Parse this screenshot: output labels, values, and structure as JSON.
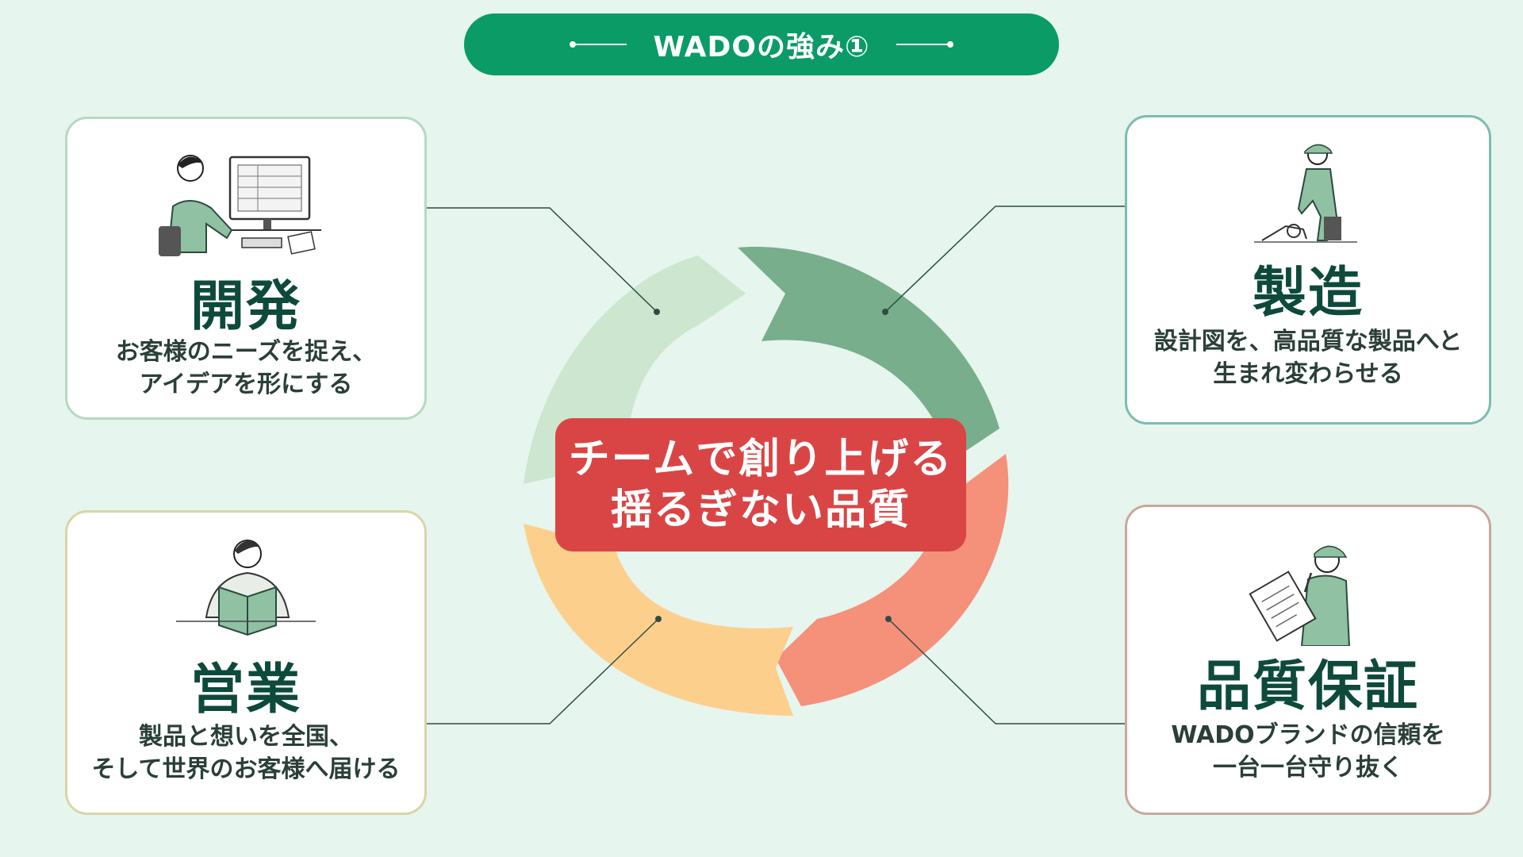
{
  "header": {
    "title": "WADOの強み①"
  },
  "center": {
    "line1": "チームで創り上げる",
    "line2": "揺るぎない品質"
  },
  "cards": {
    "development": {
      "title": "開発",
      "desc1": "お客様のニーズを捉え、",
      "desc2": "アイデアを形にする"
    },
    "manufacturing": {
      "title": "製造",
      "desc1": "設計図を、高品質な製品へと",
      "desc2": "生まれ変わらせる"
    },
    "sales": {
      "title": "営業",
      "desc1": "製品と想いを全国、",
      "desc2": "そして世界のお客様へ届ける"
    },
    "quality": {
      "title": "品質保証",
      "desc1": "WADOブランドの信頼を",
      "desc2": "一台一台守り抜く"
    }
  },
  "colors": {
    "background": "#e6f5ee",
    "header": "#0a9b67",
    "center": "#d94545",
    "arc_development": "#cde6cf",
    "arc_manufacturing": "#78ae8b",
    "arc_quality": "#f5907a",
    "arc_sales": "#fcd08c"
  },
  "icons": {
    "development": "person-at-computer-icon",
    "manufacturing": "worker-with-cart-icon",
    "sales": "person-reading-book-icon",
    "quality": "inspector-with-clipboard-icon"
  }
}
